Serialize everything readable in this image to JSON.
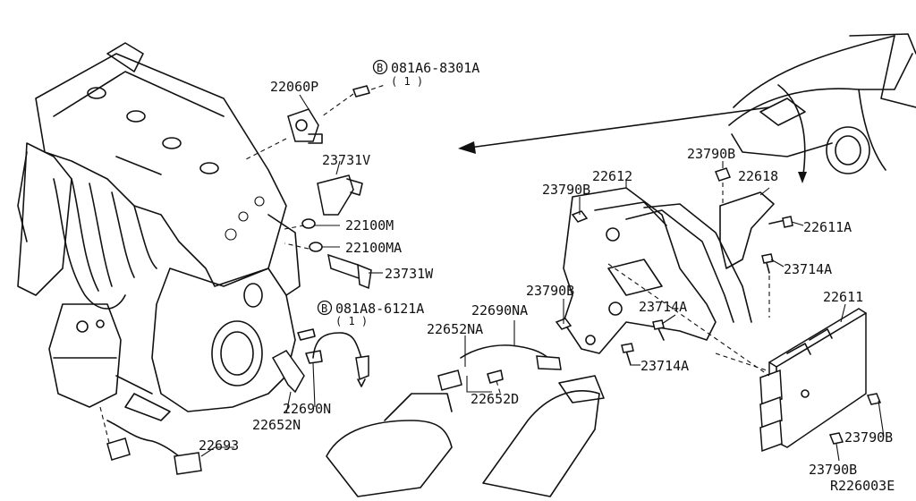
{
  "labels": {
    "p22060P": "22060P",
    "bolt1_code": "081A6-8301A",
    "bolt1_qty": "( 1 )",
    "bolt_badge": "B",
    "p23731V": "23731V",
    "p22100M": "22100M",
    "p22100MA": "22100MA",
    "p23731W": "23731W",
    "bolt2_code": "081A8-6121A",
    "bolt2_qty": "( 1 )",
    "p22690N": "22690N",
    "p22652N": "22652N",
    "p22693": "22693",
    "p22690NA": "22690NA",
    "p22652NA": "22652NA",
    "p22652D": "22652D",
    "p22612": "22612",
    "p23790B_a": "23790B",
    "p23790B_b": "23790B",
    "p23790B_c": "23790B",
    "p23790B_d": "23790B",
    "p23790B_e": "23790B",
    "p22618": "22618",
    "p22611A": "22611A",
    "p23714A_a": "23714A",
    "p23714A_b": "23714A",
    "p23714A_c": "23714A",
    "p22611": "22611",
    "ref_code": "R226003E"
  }
}
